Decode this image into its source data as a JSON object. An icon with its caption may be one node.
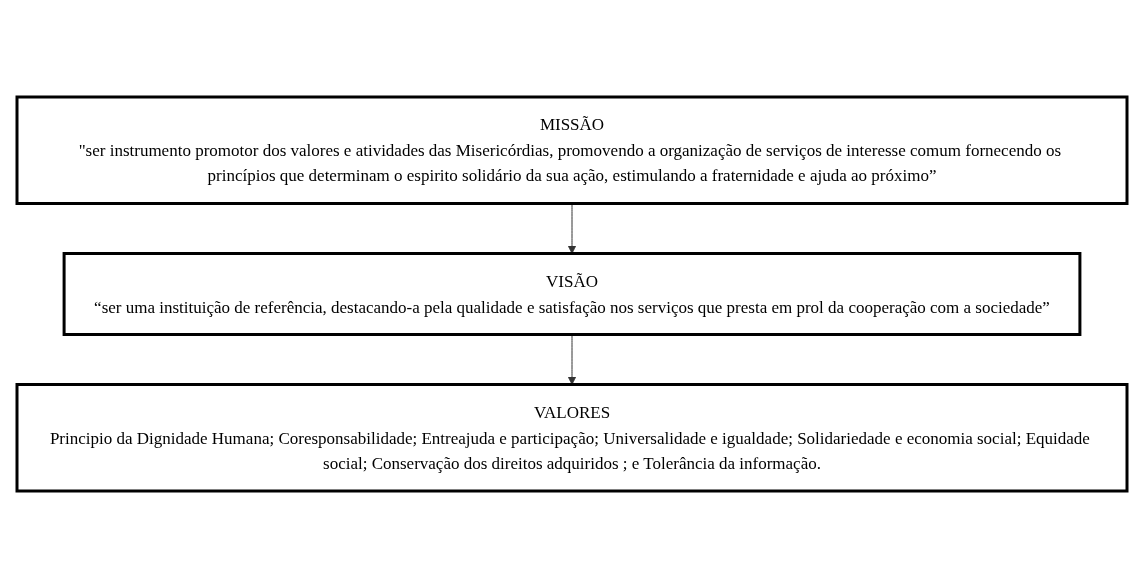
{
  "diagram": {
    "nodes": [
      {
        "text": [
          "MISSÃO",
          "\"ser instrumento promotor dos valores e atividades das Misericórdias, promovendo a organização de serviços de interesse comum fornecendo os princípios que determinam o espirito solidário da sua ação, estimulando a fraternidade e ajuda ao próximo”"
        ]
      },
      {
        "text": [
          "VISÃO",
          "“ser uma instituição de referência, destacando-a pela qualidade e satisfação nos serviços que presta em prol da cooperação com a sociedade”"
        ]
      },
      {
        "text": [
          "VALORES",
          "Principio da Dignidade Humana; Coresponsabilidade; Entreajuda e participação; Universalidade e igualdade; Solidariedade e economia social; Equidade social; Conservação dos direitos adquiridos ; e Tolerância da informação."
        ]
      }
    ],
    "edges": [
      {
        "from": 0,
        "to": 1,
        "arrow": "to"
      },
      {
        "from": 1,
        "to": 2,
        "arrow": "to"
      }
    ]
  }
}
